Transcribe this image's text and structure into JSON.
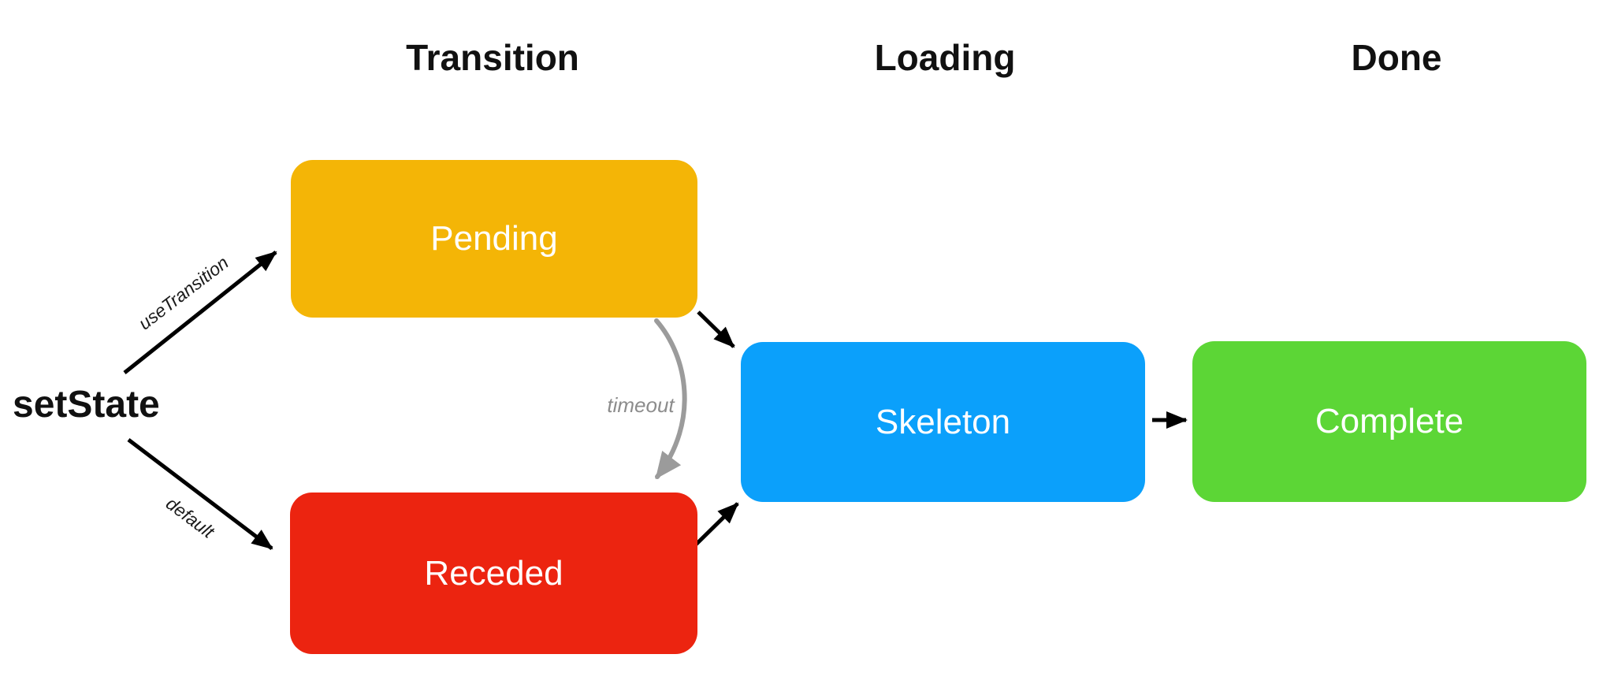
{
  "diagram": {
    "background_color": "#FFFFFF",
    "column_headers": [
      {
        "label": "Transition"
      },
      {
        "label": "Loading"
      },
      {
        "label": "Done"
      }
    ],
    "root": {
      "label": "setState"
    },
    "nodes": [
      {
        "id": "pending",
        "label": "Pending",
        "color": "#F4B506",
        "text_color": "#FFFFFF",
        "column": "Transition"
      },
      {
        "id": "receded",
        "label": "Receded",
        "color": "#EC2410",
        "text_color": "#FFFFFF",
        "column": "Transition"
      },
      {
        "id": "skeleton",
        "label": "Skeleton",
        "color": "#0BA0FB",
        "text_color": "#FFFFFF",
        "column": "Loading"
      },
      {
        "id": "complete",
        "label": "Complete",
        "color": "#5CD636",
        "text_color": "#FFFFFF",
        "column": "Done"
      }
    ],
    "edges": [
      {
        "from": "setState",
        "to": "Pending",
        "label": "useTransition",
        "color": "#000000",
        "style": "straight"
      },
      {
        "from": "setState",
        "to": "Receded",
        "label": "default",
        "color": "#000000",
        "style": "straight"
      },
      {
        "from": "Pending",
        "to": "Receded",
        "label": "timeout",
        "color": "#9B9B9B",
        "style": "hand-drawn-curve"
      },
      {
        "from": "Pending",
        "to": "Skeleton",
        "label": "",
        "color": "#000000",
        "style": "straight"
      },
      {
        "from": "Receded",
        "to": "Skeleton",
        "label": "",
        "color": "#000000",
        "style": "straight"
      },
      {
        "from": "Skeleton",
        "to": "Complete",
        "label": "",
        "color": "#000000",
        "style": "straight"
      }
    ]
  }
}
